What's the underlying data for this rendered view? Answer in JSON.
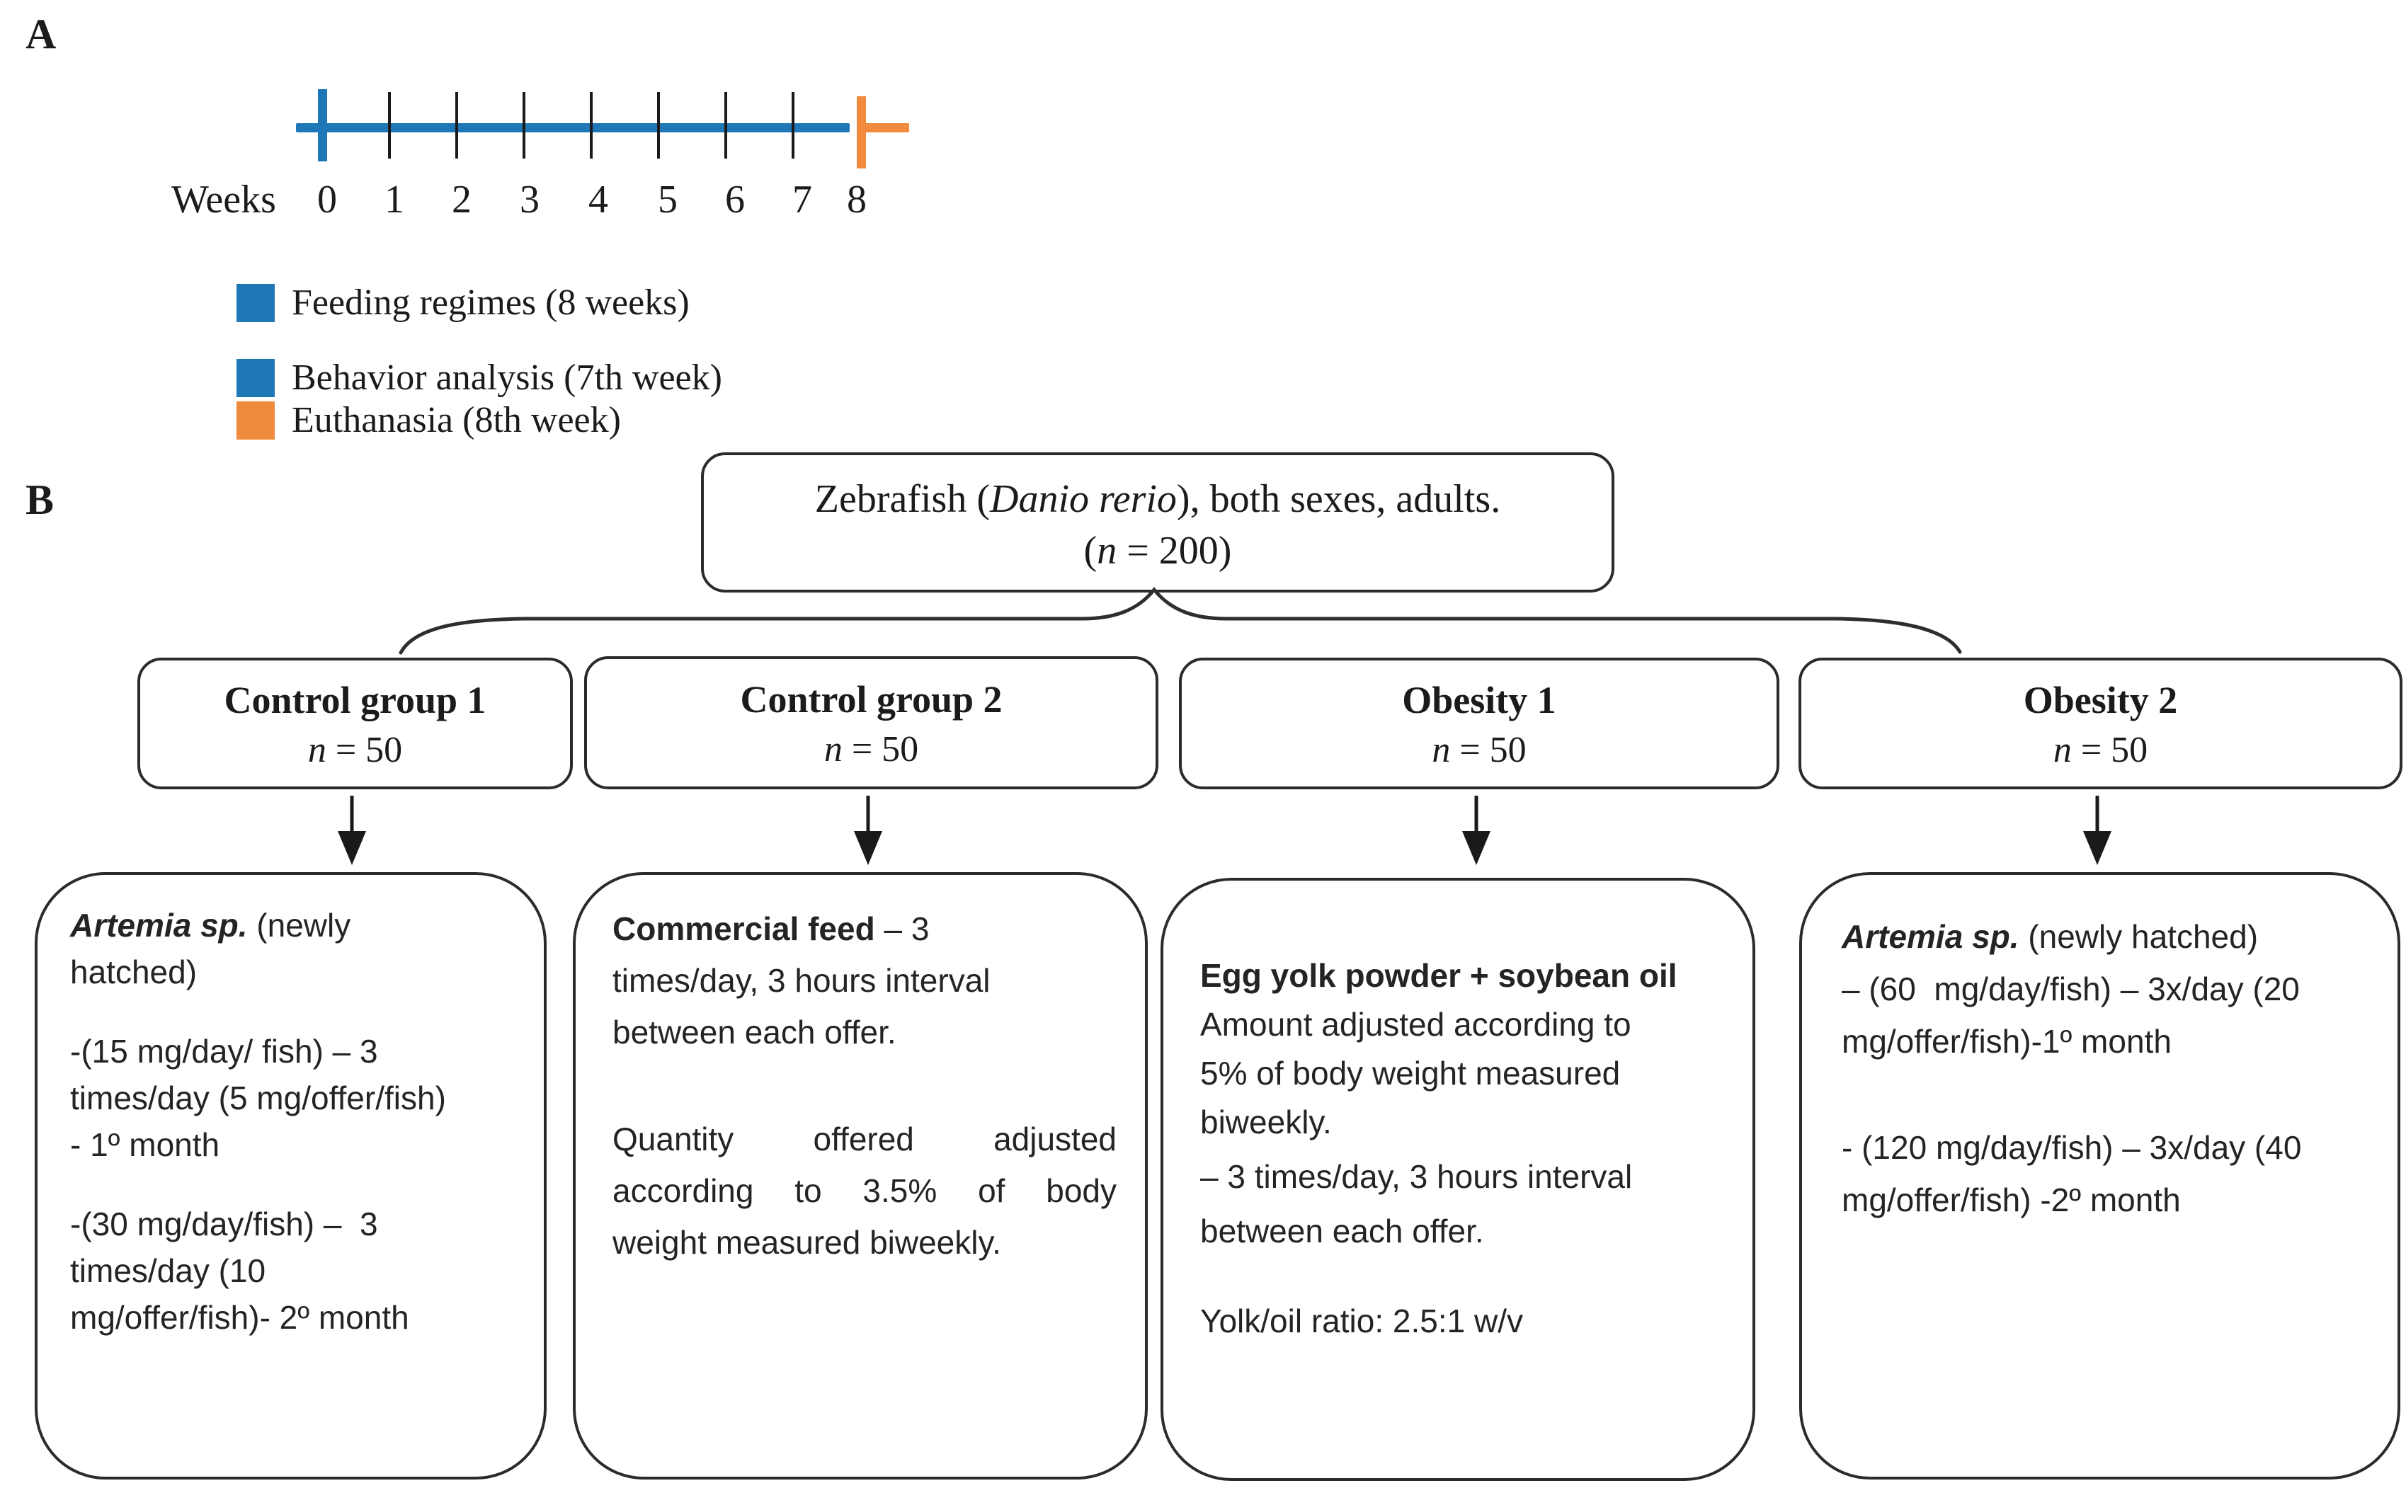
{
  "figure": {
    "colors": {
      "timeline_blue": "#1F77B8",
      "timeline_orange": "#F08A3C",
      "line_black": "#2b2b2b"
    }
  },
  "panel_a": {
    "label": "A",
    "timeline": {
      "axis_label": "Weeks",
      "week_labels": [
        "0",
        "1",
        "2",
        "3",
        "4",
        "5",
        "6",
        "7",
        "8"
      ]
    },
    "legend": [
      {
        "swatch_color": "#1F77B8",
        "label": "Feeding regimes (8 weeks)"
      },
      {
        "swatch_color": "#1F77B8",
        "label": "Behavior analysis (7th week)"
      },
      {
        "swatch_color": "#F08A3C",
        "label": "Euthanasia (8th week)"
      }
    ]
  },
  "panel_b": {
    "label": "B",
    "root": {
      "l1_pre": "Zebrafish (",
      "l1_it": "Danio rerio",
      "l1_post": "), both sexes, adults.",
      "l2_pre": "(",
      "l2_it": "n",
      "l2_post": " = 200)"
    },
    "groups": [
      {
        "title": "Control group 1",
        "n_it": "n",
        "n_post": " = 50"
      },
      {
        "title": "Control group 2",
        "n_it": "n",
        "n_post": " = 50"
      },
      {
        "title": "Obesity 1",
        "n_it": "n",
        "n_post": " = 50"
      },
      {
        "title": "Obesity 2",
        "n_it": "n",
        "n_post": " = 50"
      }
    ],
    "details": [
      {
        "lines": [
          {
            "b": "Artemia sp.",
            "t": " (newly"
          },
          {
            "t": "hatched)"
          },
          {
            "t": "-(15 mg/day/ fish) – 3"
          },
          {
            "t": "times/day (5 mg/offer/fish)"
          },
          {
            "t": "- 1º month"
          },
          {
            "t": "-(30 mg/day/fish) –  3"
          },
          {
            "t": "times/day (10"
          },
          {
            "t": "mg/offer/fish)- 2º month"
          }
        ]
      },
      {
        "lines": [
          {
            "b": "Commercial feed",
            "t": " – 3"
          },
          {
            "t": "times/day, 3 hours interval"
          },
          {
            "t": "between each offer."
          },
          {
            "t": "Quantity offered adjusted"
          },
          {
            "t": "according to 3.5% of body"
          },
          {
            "t": "weight measured biweekly."
          }
        ]
      },
      {
        "lines": [
          {
            "b": "Egg yolk powder + soybean oil"
          },
          {
            "t": "Amount adjusted according to"
          },
          {
            "t": "5% of body weight measured"
          },
          {
            "t": "biweekly."
          },
          {
            "t": "– 3 times/day, 3 hours interval"
          },
          {
            "t": "between each offer."
          },
          {
            "t": "Yolk/oil ratio: 2.5:1 w/v"
          }
        ]
      },
      {
        "lines": [
          {
            "b": "Artemia sp.",
            "t": " (newly hatched)"
          },
          {
            "t": "– (60  mg/day/fish) – 3x/day (20"
          },
          {
            "t": "mg/offer/fish)-1º month"
          },
          {
            "t": "- (120 mg/day/fish) – 3x/day (40"
          },
          {
            "t": "mg/offer/fish) -2º month"
          }
        ]
      }
    ]
  }
}
